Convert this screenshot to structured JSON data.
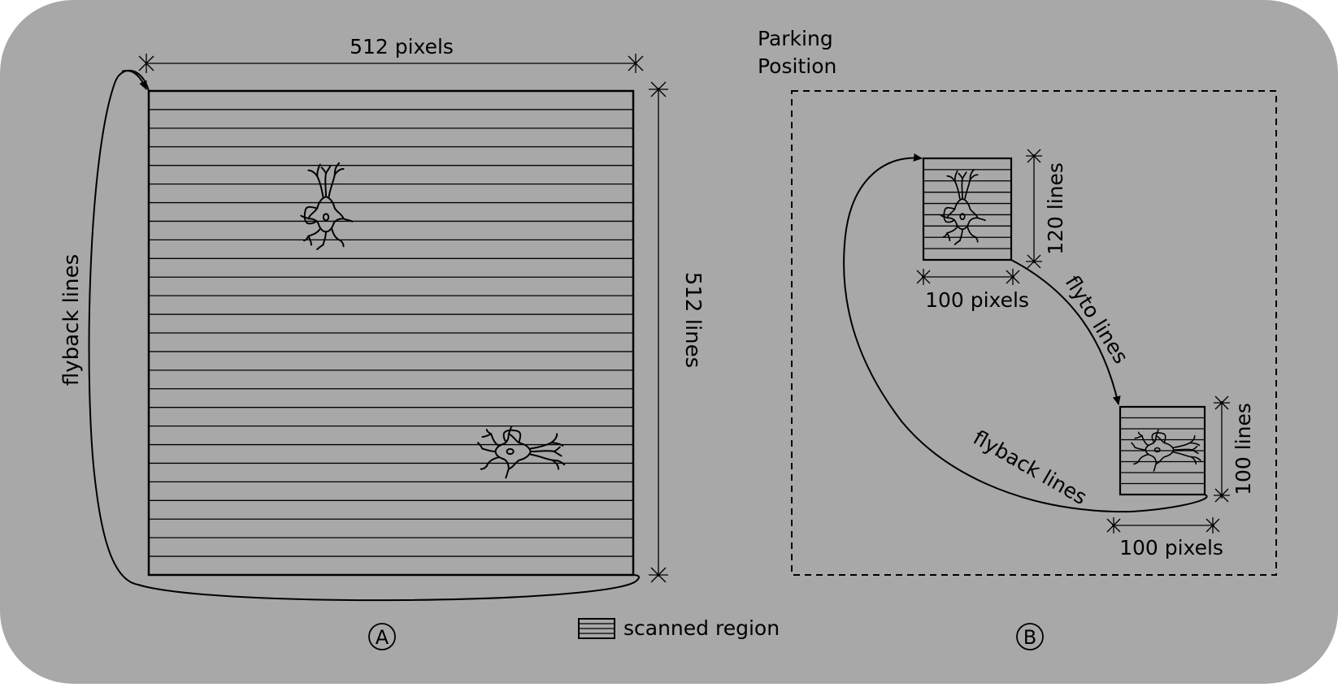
{
  "colors": {
    "background": "#a8a8a8",
    "stroke": "#000000"
  },
  "panel_a": {
    "width_label": "512 pixels",
    "height_label": "512 lines",
    "flyback_label": "flyback lines",
    "marker": "A",
    "scan_line_count": 26
  },
  "panel_b": {
    "parking_line1": "Parking",
    "parking_line2": "Position",
    "roi1_height_label": "120 lines",
    "roi1_width_label": "100 pixels",
    "roi2_height_label": "100 lines",
    "roi2_width_label": "100 pixels",
    "flyto_label": "flyto lines",
    "flyback_label": "flyback lines",
    "marker": "B",
    "roi1_scan_line_count": 9,
    "roi2_scan_line_count": 8
  },
  "legend": {
    "label": "scanned region"
  },
  "icons": {
    "neuron": "neuron-icon"
  }
}
